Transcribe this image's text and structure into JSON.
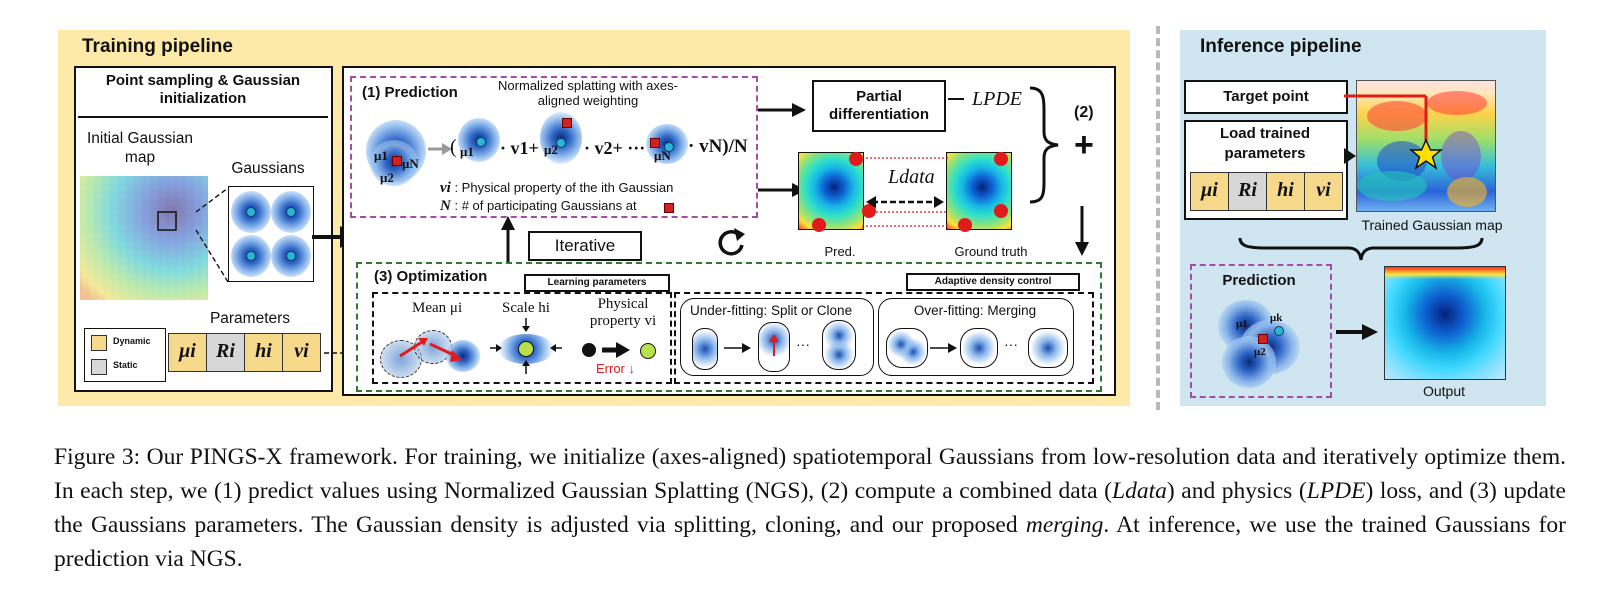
{
  "training": {
    "title": "Training pipeline",
    "point_sampling_title": "Point sampling & Gaussian initialization",
    "initial_map_label": "Initial Gaussian map",
    "gaussians_label": "Gaussians",
    "parameters_label": "Parameters",
    "legend_dynamic": "Dynamic",
    "legend_static": "Static",
    "params": [
      "μi",
      "Ri",
      "hi",
      "vi"
    ],
    "prediction_title": "(1) Prediction",
    "ngs_caption": "Normalized splatting with axes-aligned weighting",
    "formula_open": "(",
    "mu1": "μ1",
    "mu2": "μ2",
    "muN": "μN",
    "term_v1": "· v1+",
    "term_v2": "· v2+ ··· +",
    "term_vN": "· vN)/N",
    "vi_line_symbol": "vi",
    "vi_line_text": ": Physical property of the ith Gaussian",
    "n_line_symbol": "N",
    "n_line_text": ": # of participating Gaussians at",
    "partial_diff": "Partial differentiation",
    "l_pde": "LPDE",
    "l_data": "Ldata",
    "step2": "(2)",
    "plus": "+",
    "pred_label": "Pred.",
    "gt_label": "Ground truth",
    "iterative": "Iterative",
    "optimization_title": "(3) Optimization",
    "learning_params": "Learning parameters",
    "adaptive_density": "Adaptive density control",
    "mean_label": "Mean μi",
    "scale_label": "Scale hi",
    "physical_label": "Physical property vi",
    "error_label": "Error ↓",
    "underfit_label": "Under-fitting: Split or Clone",
    "overfit_label": "Over-fitting: Merging",
    "dots": "···"
  },
  "inference": {
    "title": "Inference pipeline",
    "target_point": "Target point",
    "load_trained": "Load trained parameters",
    "params": [
      "μi",
      "Ri",
      "hi",
      "vi"
    ],
    "trained_map_label": "Trained Gaussian map",
    "prediction_label": "Prediction",
    "mu1": "μ1",
    "muk": "μk",
    "mu2": "μ2",
    "output_label": "Output"
  },
  "caption": {
    "text_a": "Figure 3: Our PINGS-X framework. For training, we initialize (axes-aligned) spatiotemporal Gaussians from low-resolution data and iteratively optimize them. In each step, we (1) predict values using Normalized Gaussian Splatting (NGS), (2) compute a combined data (",
    "ldata": "Ldata",
    "text_b": ") and physics (",
    "lpde": "LPDE",
    "text_c": ") loss, and (3) update the Gaussians parameters. The Gaussian density is adjusted via splitting, cloning, and our proposed ",
    "merging": "merging",
    "text_d": ". At inference, we use the trained Gaussians for prediction via NGS."
  },
  "colors": {
    "training_bg": "#fdeaa8",
    "inference_bg": "#cfe6f0",
    "prediction_border": "#a24da8",
    "optimization_border": "#2f7a30",
    "dynamic": "#f6d98a",
    "static": "#d7d7d7",
    "error": "#e11b1b"
  }
}
